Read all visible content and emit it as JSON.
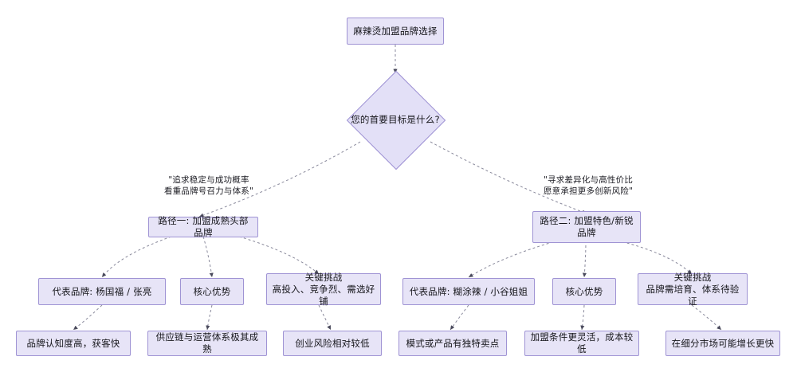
{
  "diagram": {
    "type": "flowchart",
    "direction": "top-down",
    "theme": {
      "node_fill": "#e7e4f7",
      "node_stroke": "#9f93d4",
      "edge_stroke": "#7a7a8c",
      "text_color": "#16161b",
      "background": "#ffffff"
    },
    "root": {
      "id": "root",
      "label": "麻辣烫加盟品牌选择"
    },
    "decision": {
      "id": "decision",
      "label": "您的首要目标是什么?"
    },
    "edge_labels": {
      "left": {
        "line1": "\"追求稳定与成功概率",
        "line2": "看重品牌号召力与体系\""
      },
      "right": {
        "line1": "\"寻求差异化与高性价比",
        "line2": "愿意承担更多创新风险\""
      }
    },
    "branches": [
      {
        "id": "path-1",
        "title": "路径一: 加盟成熟头部品牌",
        "children": [
          {
            "id": "rep-brands-1",
            "title": "代表品牌: 杨国福 / 张亮",
            "subtitle": "",
            "leaf": "品牌认知度高，获客快"
          },
          {
            "id": "core-advantage-1",
            "title": "核心优势",
            "subtitle": "",
            "leaf": "供应链与运营体系极其成熟"
          },
          {
            "id": "key-challenge-1",
            "title": "关键挑战",
            "subtitle": "高投入、竞争烈、需选好铺",
            "leaf": "创业风险相对较低"
          }
        ]
      },
      {
        "id": "path-2",
        "title": "路径二: 加盟特色/新锐品牌",
        "children": [
          {
            "id": "rep-brands-2",
            "title": "代表品牌: 糊涂辣 / 小谷姐姐",
            "subtitle": "",
            "leaf": "模式或产品有独特卖点"
          },
          {
            "id": "core-advantage-2",
            "title": "核心优势",
            "subtitle": "",
            "leaf": "加盟条件更灵活，成本较低"
          },
          {
            "id": "key-challenge-2",
            "title": "关键挑战",
            "subtitle": "品牌需培育、体系待验证",
            "leaf": "在细分市场可能增长更快"
          }
        ]
      }
    ]
  }
}
